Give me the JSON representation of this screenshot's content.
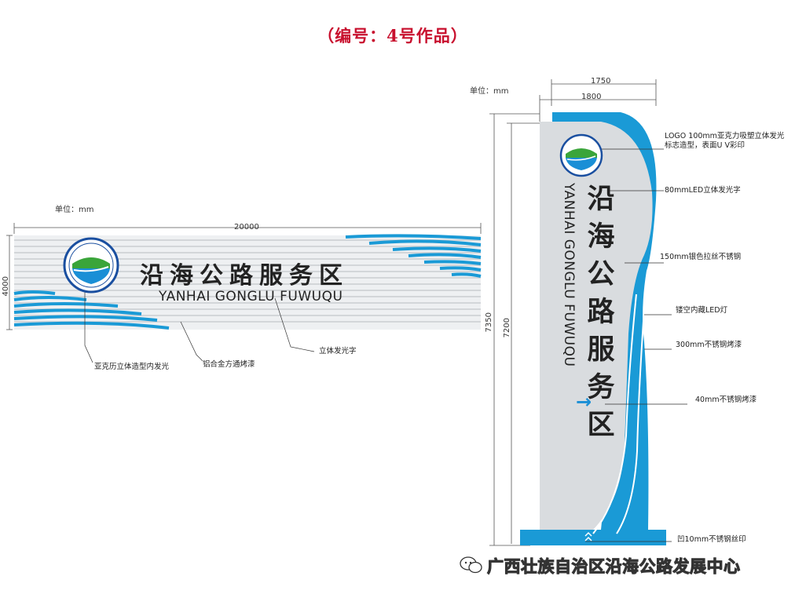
{
  "title": "（编号：4号作品）",
  "left_sign": {
    "unit_label": "单位：mm",
    "width_dim": "20000",
    "height_dim": "4000",
    "name_cn": "沿海公路服务区",
    "name_en": "YANHAI GONGLU FUWUQU",
    "callouts": [
      "亚克历立体造型内发光",
      "铝合金方通烤漆",
      "立体发光字"
    ]
  },
  "tower": {
    "unit_label": "单位：mm",
    "width_dim_top": "1750",
    "width_dim_second": "1800",
    "height_dim_outer": "7350",
    "height_dim_inner": "7200",
    "name_cn": "沿海公路服务区",
    "name_en": "YANHAI GONGLU FUWUQU",
    "arrow": "→",
    "callouts": [
      "LOGO 100mm亚克力吸塑立体发光",
      "标志造型，表面U V彩印",
      "80mmLED立体发光字",
      "150mm银色拉丝不锈钢",
      "镂空内藏LED灯",
      "300mm不锈钢烤漆",
      "40mm不锈钢烤漆",
      "凹10mm不锈钢丝印"
    ]
  },
  "watermark": "广西壮族自治区沿海公路发展中心",
  "colors": {
    "accent": "#1a9ad6",
    "title": "#c8102e",
    "silver": "#d9dcdf"
  },
  "icons": [
    "logo-emblem-icon",
    "wechat-icon",
    "arrow-right-icon"
  ]
}
